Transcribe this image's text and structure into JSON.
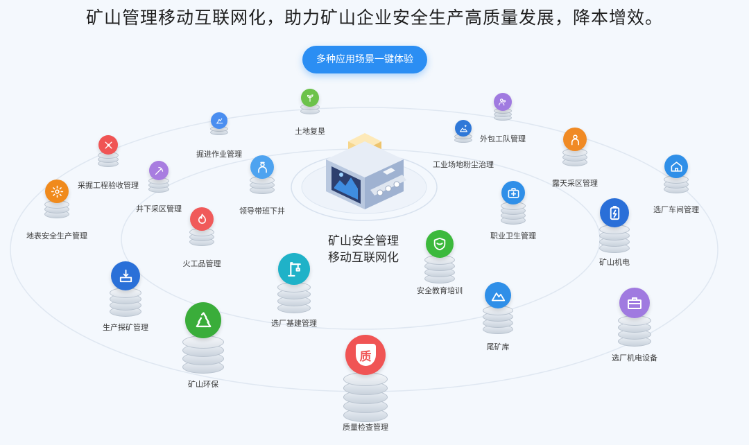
{
  "headline": "矿山管理移动互联网化，助力矿山企业安全生产高质量发展，降本增效。",
  "cta_label": "多种应用场景一键体验",
  "center": {
    "line1": "矿山安全管理",
    "line2": "移动互联网化"
  },
  "nodes": [
    {
      "id": "land-reclamation",
      "label": "土地复垦",
      "color": "#6cc24a",
      "icon": "sprout-icon"
    },
    {
      "id": "tunneling",
      "label": "掘进作业管理",
      "color": "#4a8ef0",
      "icon": "drill-icon"
    },
    {
      "id": "outsourcing",
      "label": "外包工队管理",
      "color": "#a07ae0",
      "icon": "team-icon"
    },
    {
      "id": "dust-control",
      "label": "工业场地粉尘治理",
      "color": "#2f78d8",
      "icon": "dust-icon"
    },
    {
      "id": "mining-acceptance",
      "label": "采掘工程验收管理",
      "color": "#f05454",
      "icon": "tools-icon"
    },
    {
      "id": "open-pit",
      "label": "露天采区管理",
      "color": "#f08a24",
      "icon": "worker-icon"
    },
    {
      "id": "plant-workshop",
      "label": "选厂车间管理",
      "color": "#2f8fe8",
      "icon": "house-icon"
    },
    {
      "id": "underground",
      "label": "井下采区管理",
      "color": "#a87de0",
      "icon": "pick-icon"
    },
    {
      "id": "leader-shift",
      "label": "领导带班下井",
      "color": "#4ea3f0",
      "icon": "leader-icon"
    },
    {
      "id": "surface-safety",
      "label": "地表安全生产管理",
      "color": "#f08a1c",
      "icon": "gear-icon"
    },
    {
      "id": "explosives",
      "label": "火工品管理",
      "color": "#f05a5a",
      "icon": "fire-icon"
    },
    {
      "id": "occupational-health",
      "label": "职业卫生管理",
      "color": "#2f8fe8",
      "icon": "medkit-icon"
    },
    {
      "id": "mine-electro",
      "label": "矿山机电",
      "color": "#2a6fd8",
      "icon": "battery-icon"
    },
    {
      "id": "exploration",
      "label": "生产探矿管理",
      "color": "#2a70d8",
      "icon": "probe-icon"
    },
    {
      "id": "plant-construction",
      "label": "选厂基建管理",
      "color": "#1fb2c8",
      "icon": "crane-icon"
    },
    {
      "id": "safety-training",
      "label": "安全教育培训",
      "color": "#3cb93c",
      "icon": "shield-icon"
    },
    {
      "id": "tailings",
      "label": "尾矿库",
      "color": "#2f8fe8",
      "icon": "mountain-icon"
    },
    {
      "id": "plant-equipment",
      "label": "选厂机电设备",
      "color": "#a07ae0",
      "icon": "toolbox-icon"
    },
    {
      "id": "environmental",
      "label": "矿山环保",
      "color": "#3aad3a",
      "icon": "recycle-icon"
    },
    {
      "id": "quality-inspection",
      "label": "质量检查管理",
      "color": "#f05454",
      "icon": "quality-icon",
      "glyph": "质"
    }
  ]
}
